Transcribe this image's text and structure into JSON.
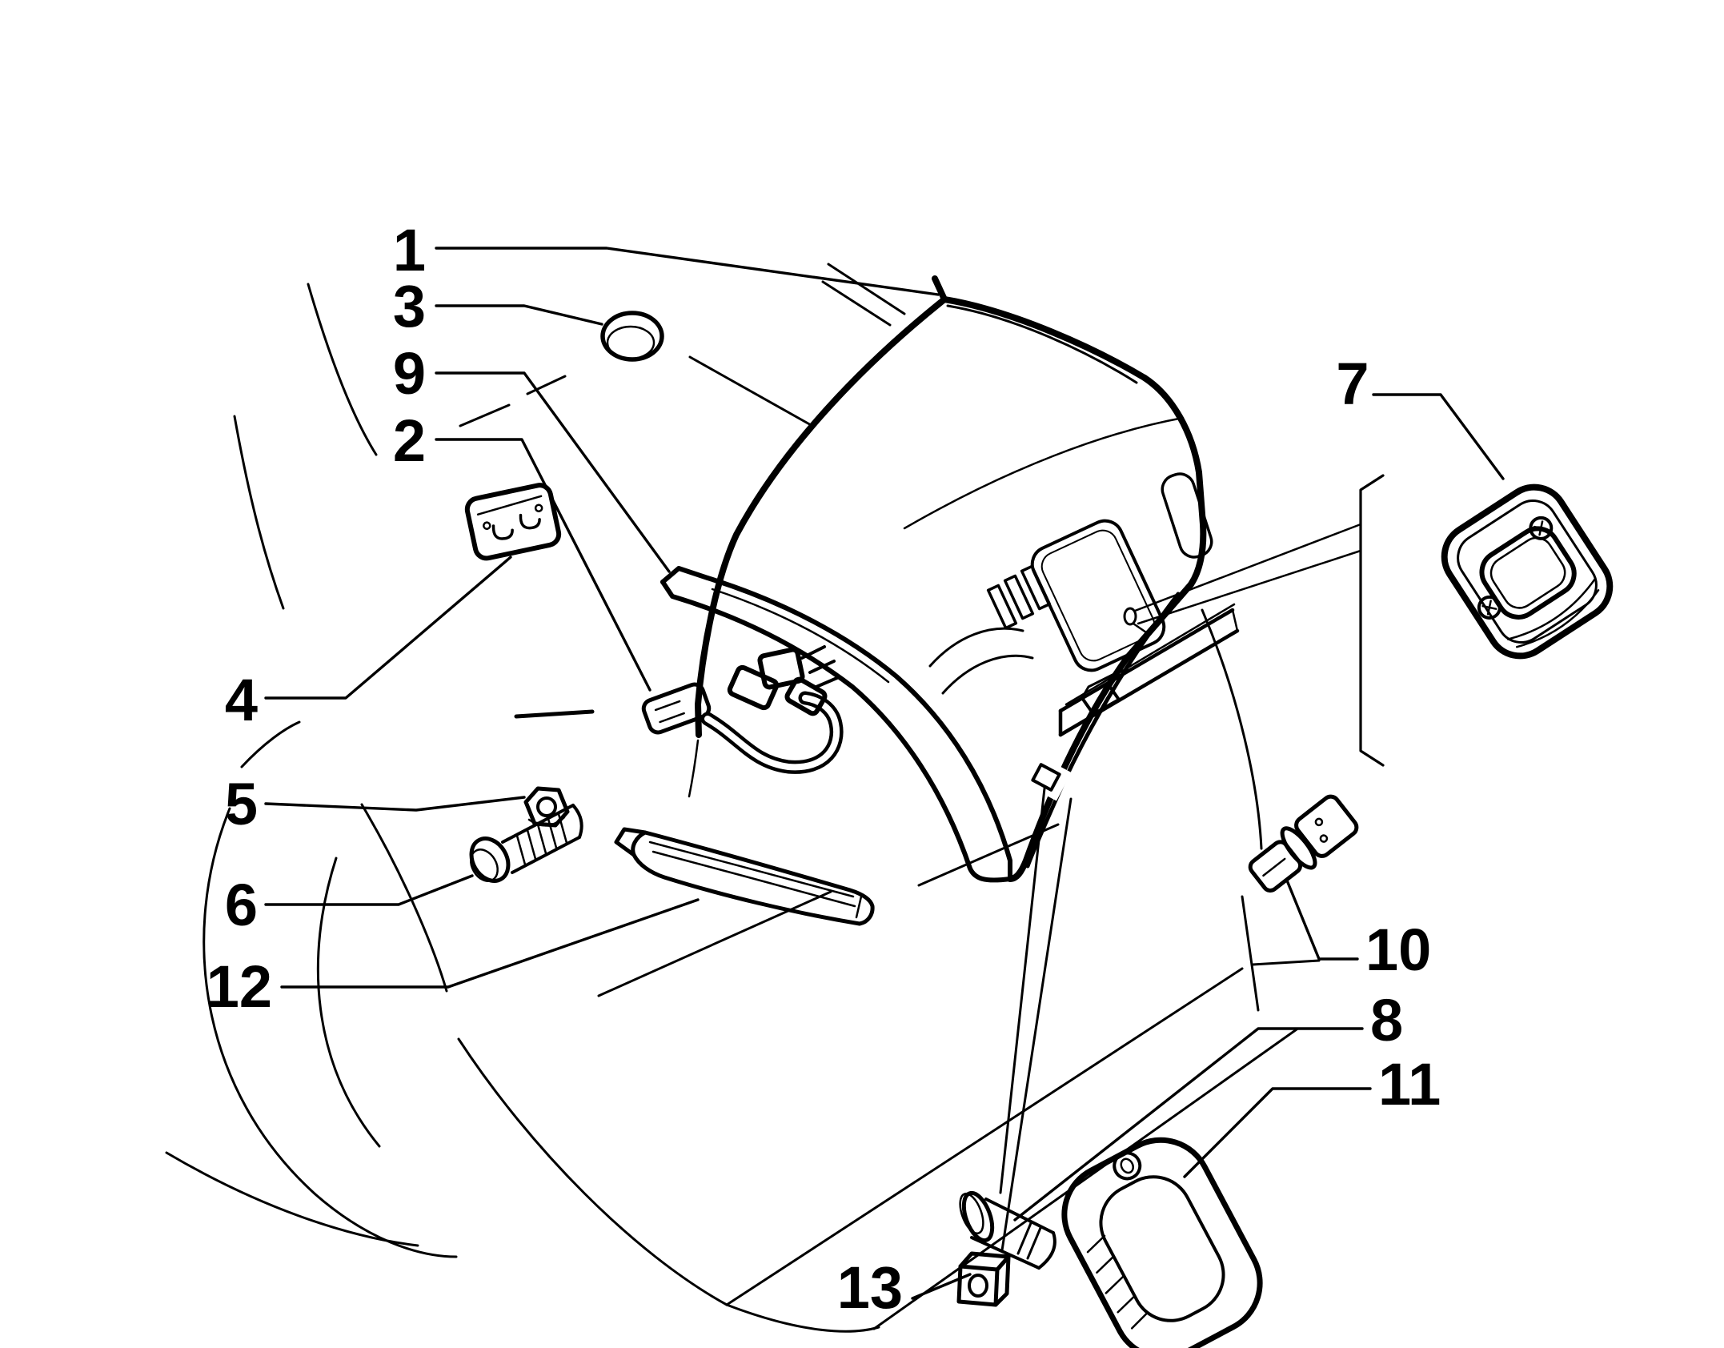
{
  "diagram": {
    "kind": "exploded-parts-line-diagram",
    "subject": "car trunk lid assembly rear view",
    "background_color": "#ffffff",
    "line_color": "#000000",
    "callouts": [
      {
        "number": "1"
      },
      {
        "number": "3"
      },
      {
        "number": "9"
      },
      {
        "number": "2"
      },
      {
        "number": "4"
      },
      {
        "number": "5"
      },
      {
        "number": "6"
      },
      {
        "number": "12"
      },
      {
        "number": "7"
      },
      {
        "number": "10"
      },
      {
        "number": "8"
      },
      {
        "number": "11"
      },
      {
        "number": "13"
      }
    ]
  }
}
